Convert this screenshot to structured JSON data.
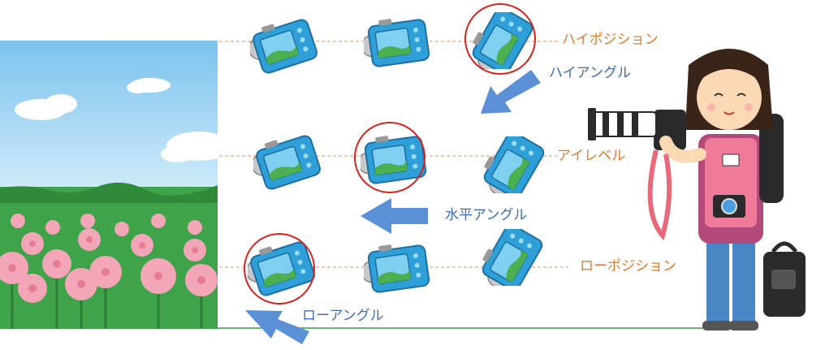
{
  "labels": {
    "high_position": "ハイポジション",
    "high_angle": "ハイアングル",
    "eye_level": "アイレベル",
    "horizontal_angle": "水平アングル",
    "low_position": "ローポジション",
    "low_angle": "ローアングル"
  },
  "colors": {
    "position_label": "#e07b2e",
    "angle_label": "#3d6db3",
    "arrow": "#5b8fd6",
    "selection_circle": "#d8201f",
    "guide_line": "#e07b2e",
    "ground_line": "#3a9a48",
    "camera_body": "#2f9fd8"
  },
  "icons": [
    "camera-icon",
    "arrow-icon",
    "photographer-icon",
    "flower-field-scene"
  ]
}
